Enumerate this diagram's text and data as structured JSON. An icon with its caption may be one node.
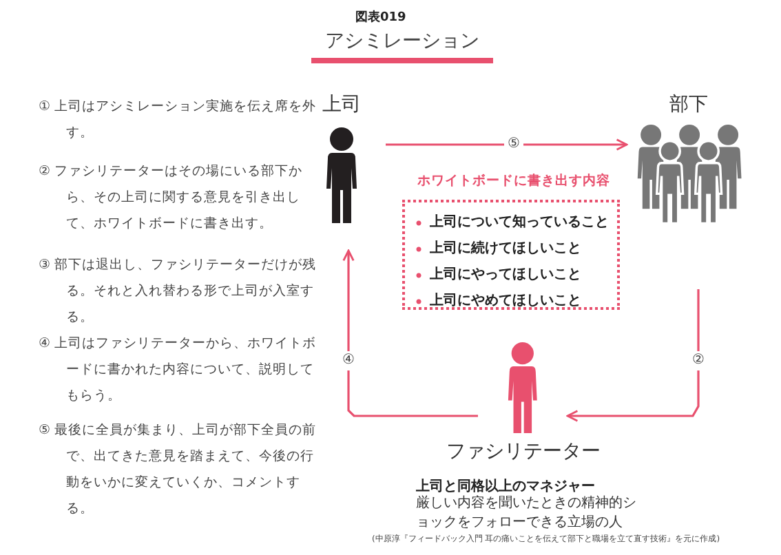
{
  "diagram": {
    "title": "アシミレーション",
    "nodes": [
      {
        "text": [
          "上司"
        ]
      },
      {
        "text": [
          "部下"
        ]
      },
      {
        "text": [
          "ファシリテーター"
        ],
        "beside": [
          "上司と同格以上のマネジャー",
          "厳しい内容を聞いたときの精神的ショックをフォローできる立場の人"
        ]
      },
      {
        "text": [
          "ホワイトボードに書き出す内容",
          "上司について知っていること",
          "上司に続けてほしいこと",
          "上司にやってほしいこと",
          "上司にやめてほしいこと"
        ]
      }
    ],
    "edges": [
      {
        "from": 0,
        "to": 1,
        "arrow": "to",
        "label": "⑤"
      },
      {
        "from": 1,
        "to": 2,
        "arrow": "to",
        "label": "②"
      },
      {
        "from": 2,
        "to": 0,
        "arrow": "to",
        "label": "④"
      }
    ],
    "labels": [
      "図表019",
      "① 上司はアシミレーション実施を伝え席を外す。",
      "② ファシリテーターはその場にいる部下から、その上司に関する意見を引き出して、ホワイトボードに書き出す。",
      "③ 部下は退出し、ファシリテーターだけが残る。それと入れ替わる形で上司が入室する。",
      "④ 上司はファシリテーターから、ホワイトボードに書かれた内容について、説明してもらう。",
      "⑤ 最後に全員が集まり、上司が部下全員の前で、出てきた意見を踏まえて、今後の行動をいかに変えていくか、コメントする。",
      "(中原淳『フィードバック入門 耳の痛いことを伝えて部下と職場を立て直す技術』を元に作成)"
    ]
  }
}
